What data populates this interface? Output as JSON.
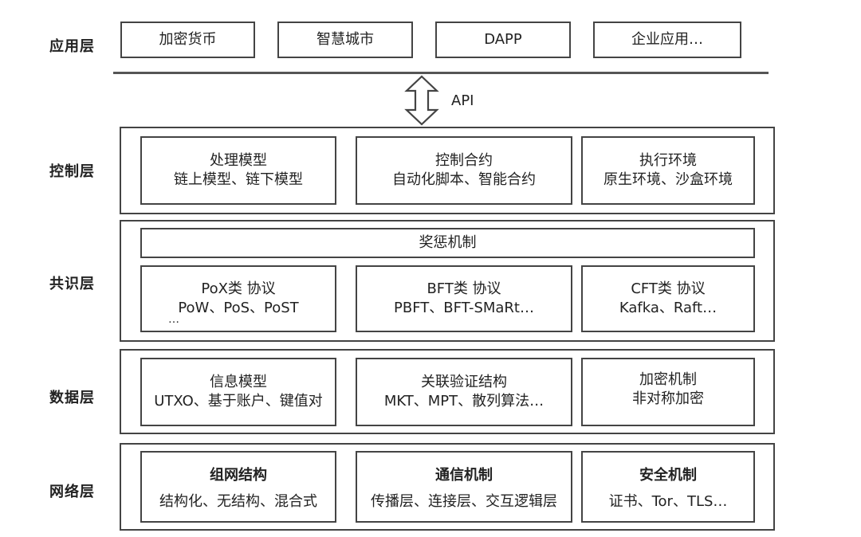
{
  "layers": {
    "application": {
      "label": "应用层",
      "items": [
        "加密货币",
        "智慧城市",
        "DAPP",
        "企业应用…"
      ]
    },
    "api": "API",
    "control": {
      "label": "控制层",
      "boxes": [
        {
          "title": "处理模型",
          "detail": "链上模型、链下模型"
        },
        {
          "title": "控制合约",
          "detail": "自动化脚本、智能合约"
        },
        {
          "title": "执行环境",
          "detail": "原生环境、沙盒环境"
        }
      ]
    },
    "consensus": {
      "label": "共识层",
      "reward": "奖惩机制",
      "boxes": [
        {
          "title": "PoX类 协议",
          "detail": "PoW、PoS、PoST",
          "extra": "…"
        },
        {
          "title": "BFT类 协议",
          "detail": "PBFT、BFT-SMaRt…"
        },
        {
          "title": "CFT类 协议",
          "detail": "Kafka、Raft…"
        }
      ]
    },
    "data": {
      "label": "数据层",
      "boxes": [
        {
          "title": "信息模型",
          "detail": "UTXO、基于账户、键值对"
        },
        {
          "title": "关联验证结构",
          "detail": "MKT、MPT、散列算法…"
        },
        {
          "title": "加密机制",
          "detail": "非对称加密"
        }
      ]
    },
    "network": {
      "label": "网络层",
      "boxes": [
        {
          "title": "组网结构",
          "detail": "结构化、无结构、混合式"
        },
        {
          "title": "通信机制",
          "detail": "传播层、连接层、交互逻辑层"
        },
        {
          "title": "安全机制",
          "detail": "证书、Tor、TLS…"
        }
      ]
    }
  }
}
